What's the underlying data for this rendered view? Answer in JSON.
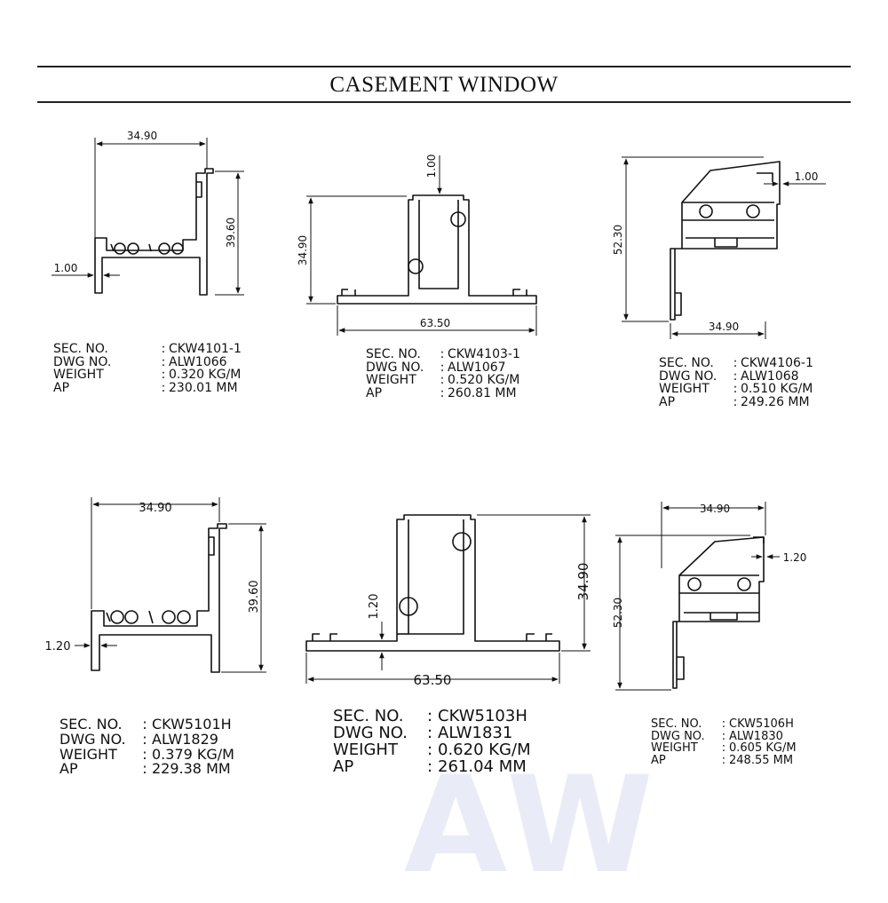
{
  "title": "CASEMENT WINDOW",
  "watermark": "AW",
  "labels": {
    "sec": "SEC. NO.",
    "dwg": "DWG NO.",
    "weight": "WEIGHT",
    "ap": "AP"
  },
  "sections": [
    {
      "sec_no": "CKW4101-1",
      "dwg_no": "ALW1066",
      "weight": "0.320 KG/M",
      "ap": "230.01 MM",
      "dims": {
        "width": "34.90",
        "height": "39.60",
        "thickness": "1.00"
      }
    },
    {
      "sec_no": "CKW4103-1",
      "dwg_no": "ALW1067",
      "weight": "0.520 KG/M",
      "ap": "260.81 MM",
      "dims": {
        "width": "63.50",
        "height": "34.90",
        "thickness": "1.00"
      }
    },
    {
      "sec_no": "CKW4106-1",
      "dwg_no": "ALW1068",
      "weight": "0.510 KG/M",
      "ap": "249.26 MM",
      "dims": {
        "width": "34.90",
        "height": "52.30",
        "thickness": "1.00"
      }
    },
    {
      "sec_no": "CKW5101H",
      "dwg_no": "ALW1829",
      "weight": "0.379 KG/M",
      "ap": "229.38 MM",
      "dims": {
        "width": "34.90",
        "height": "39.60",
        "thickness": "1.20"
      }
    },
    {
      "sec_no": "CKW5103H",
      "dwg_no": "ALW1831",
      "weight": "0.620 KG/M",
      "ap": "261.04 MM",
      "dims": {
        "width": "63.50",
        "height": "34.90",
        "thickness": "1.20"
      }
    },
    {
      "sec_no": "CKW5106H",
      "dwg_no": "ALW1830",
      "weight": "0.605 KG/M",
      "ap": "248.55 MM",
      "dims": {
        "width": "34.90",
        "height": "52.30",
        "thickness": "1.20"
      }
    }
  ]
}
